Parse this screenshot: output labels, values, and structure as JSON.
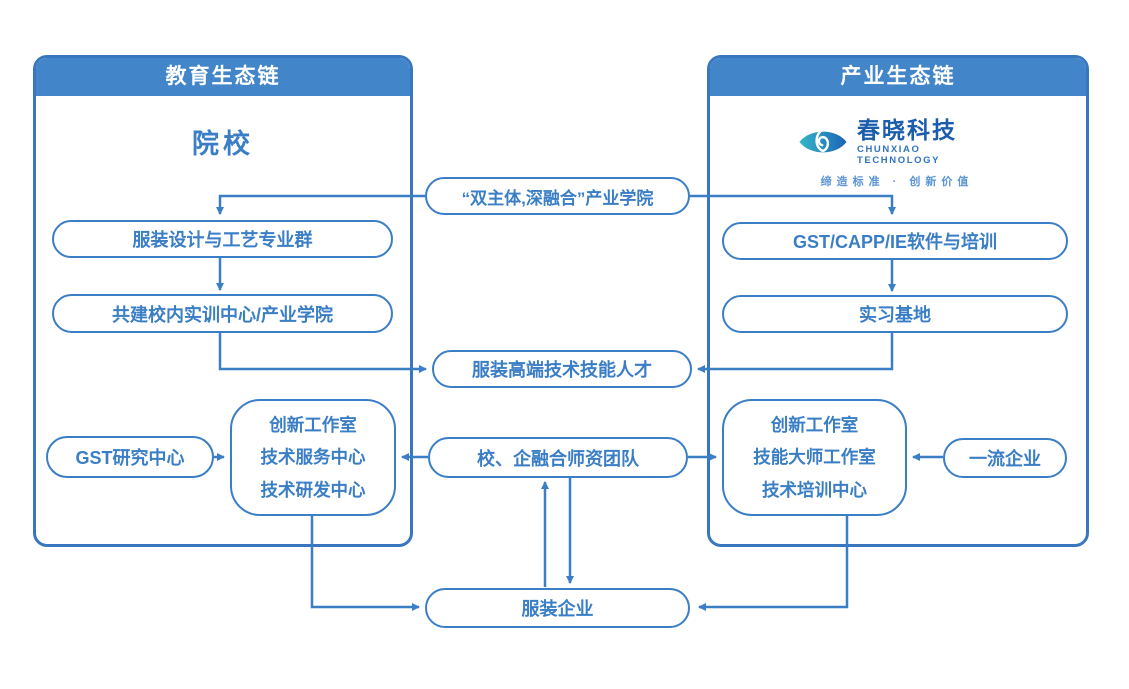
{
  "accent_color": "#3a7ec5",
  "header_bg_color": "#4285c8",
  "left_panel": {
    "header": "教育生态链",
    "title": "院校",
    "box_major_group": "服装设计与工艺专业群",
    "box_training_center": "共建校内实训中心/产业学院",
    "box_gst_research": "GST研究中心",
    "box_centers_lines": [
      "创新工作室",
      "技术服务中心",
      "技术研发中心"
    ]
  },
  "right_panel": {
    "header": "产业生态链",
    "logo": {
      "name": "春晓科技",
      "subtitle": "CHUNXIAO TECHNOLOGY",
      "tagline": "缔造标准 · 创新价值",
      "icon": "eye-swirl-icon",
      "gradient": [
        "#35b6c9",
        "#1d63b5"
      ]
    },
    "box_software_training": "GST/CAPP/IE软件与培训",
    "box_internship_base": "实习基地",
    "box_centers_lines": [
      "创新工作室",
      "技能大师工作室",
      "技术培训中心"
    ],
    "box_first_class_enterprise": "一流企业"
  },
  "middle": {
    "box_industry_college": "“双主体,深融合”产业学院",
    "box_talents": "服装高端技术技能人才",
    "box_faculty_team": "校、企融合师资团队",
    "box_garment_enterprise": "服装企业"
  }
}
